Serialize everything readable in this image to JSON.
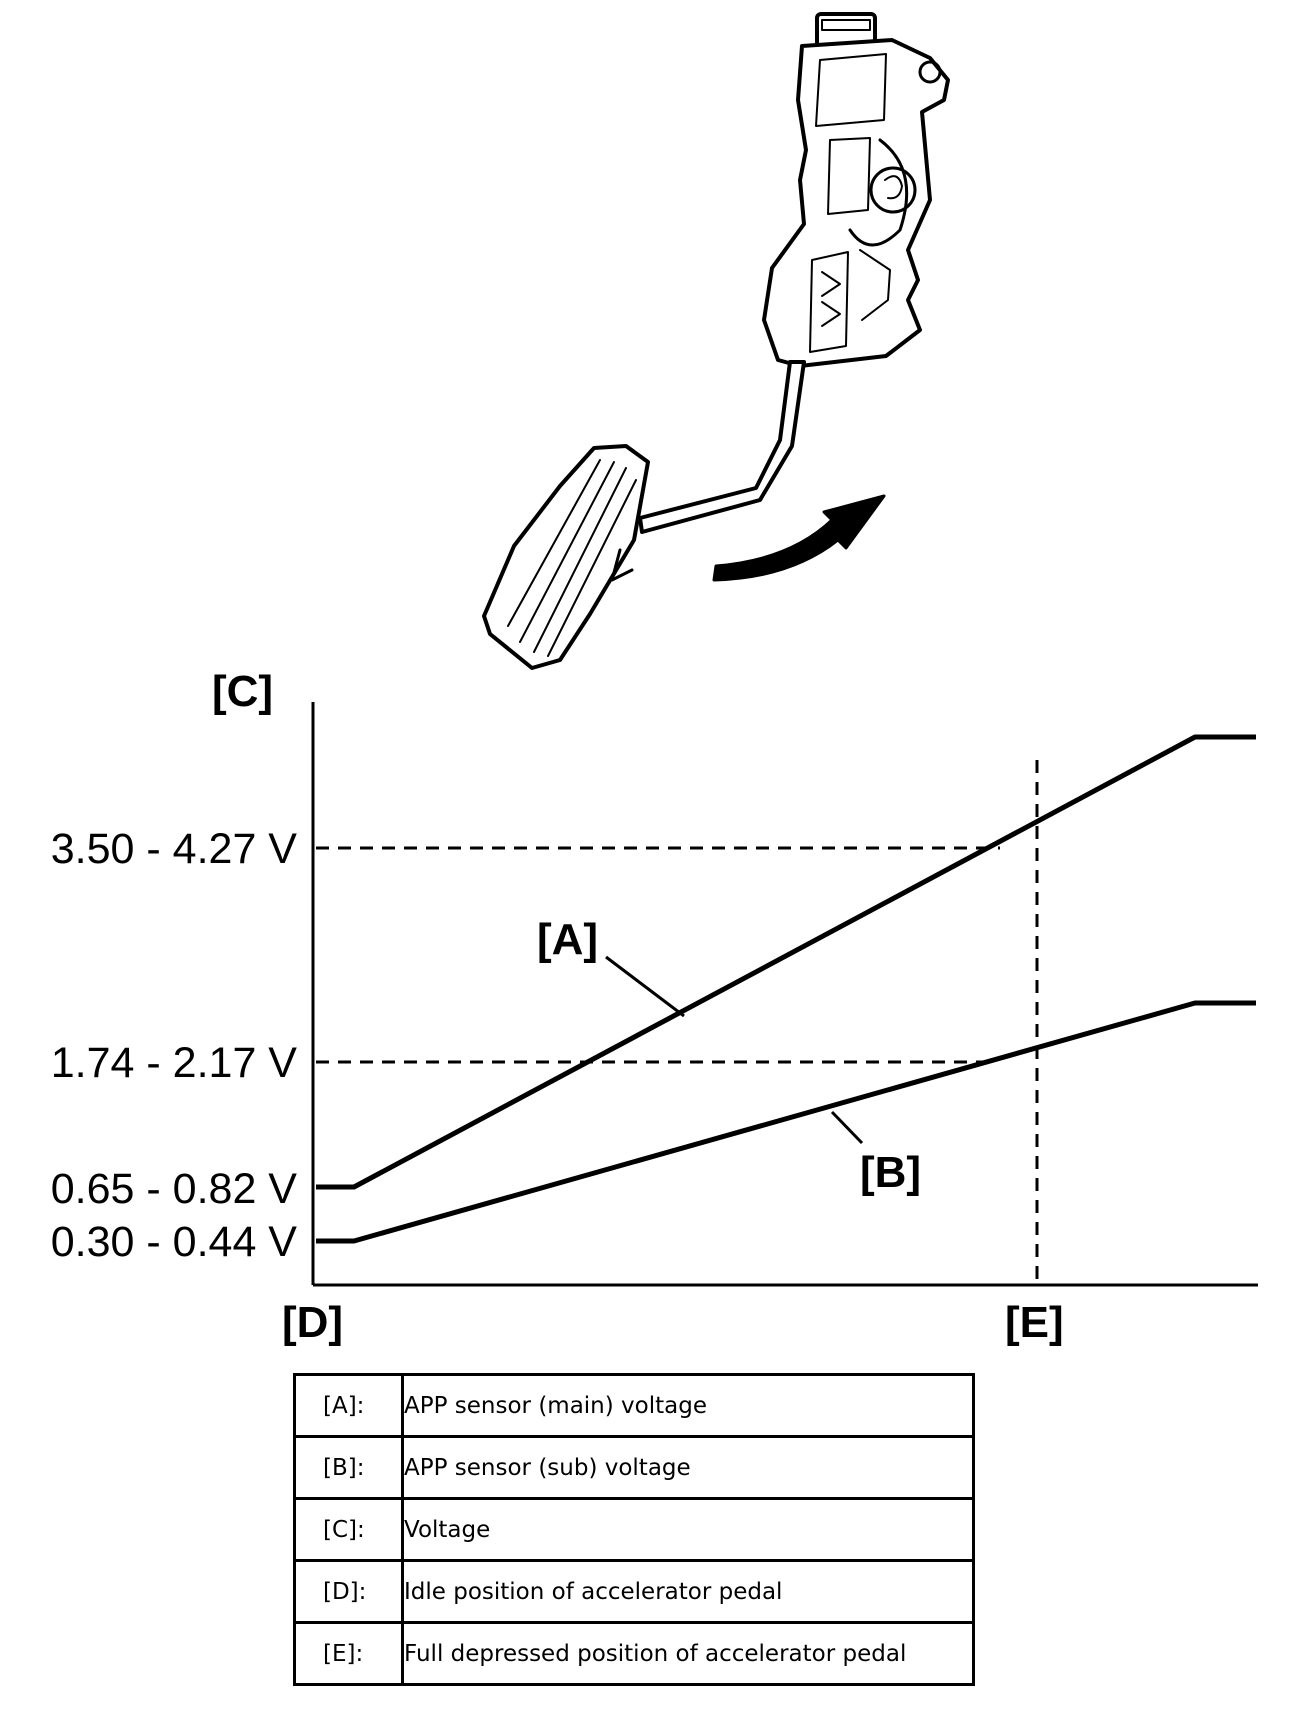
{
  "labels": {
    "c": "[C]",
    "d": "[D]",
    "e": "[E]",
    "a": "[A]",
    "b": "[B]"
  },
  "y_ticks": [
    "3.50 - 4.27 V",
    "1.74 - 2.17 V",
    "0.65 - 0.82 V",
    "0.30 - 0.44 V"
  ],
  "legend": [
    {
      "key": "[A]:",
      "text": "APP sensor (main) voltage"
    },
    {
      "key": "[B]:",
      "text": "APP sensor (sub) voltage"
    },
    {
      "key": "[C]:",
      "text": "Voltage"
    },
    {
      "key": "[D]:",
      "text": "Idle position of accelerator pedal"
    },
    {
      "key": "[E]:",
      "text": "Full depressed position of accelerator pedal"
    }
  ],
  "icons": {
    "pedal": "accelerator-pedal-icon",
    "arrow": "curved-arrow-icon"
  }
}
